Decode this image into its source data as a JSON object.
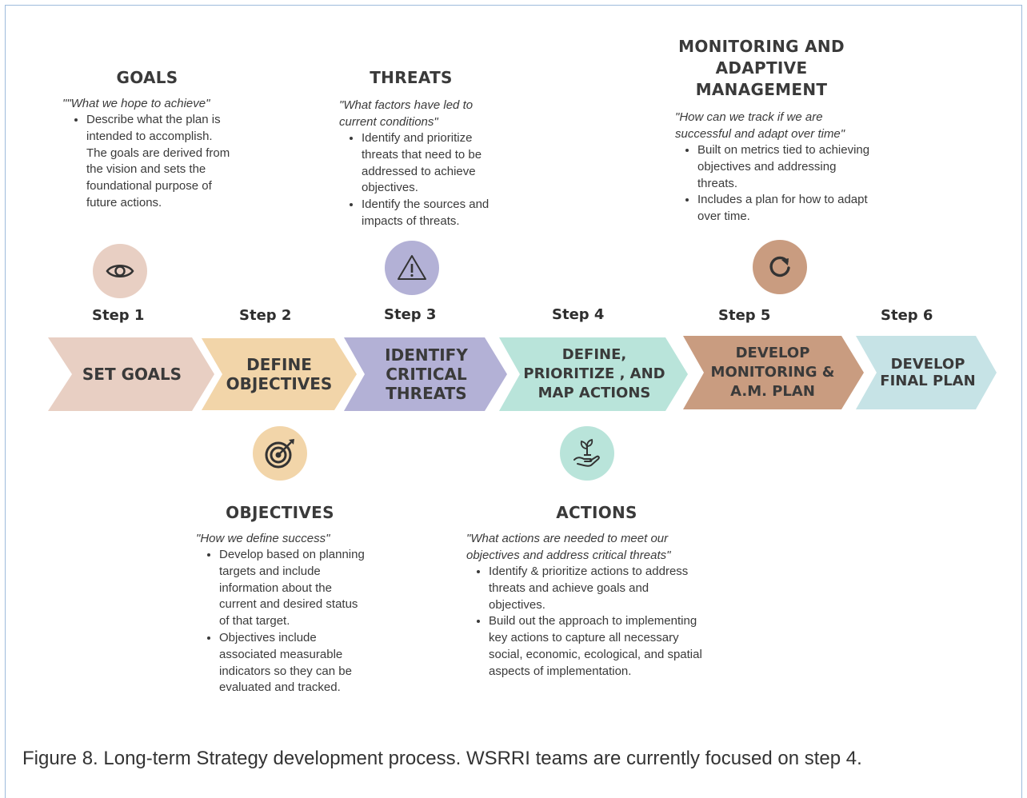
{
  "colors": {
    "step1": "#e8cfc3",
    "step2": "#f2d5a9",
    "step3": "#b3b1d6",
    "step4": "#b9e4da",
    "step5": "#c99c80",
    "step6": "#c6e3e6"
  },
  "goals": {
    "heading": "GOALS",
    "quote": "\"\"What we hope to achieve\"",
    "bullets": [
      "Describe what the plan is intended to accomplish. The goals are derived from the vision and sets the foundational purpose of future actions."
    ]
  },
  "threats": {
    "heading": "THREATS",
    "quote": "\"What factors have led to current conditions\"",
    "bullets": [
      "Identify and prioritize threats that need to be addressed to achieve objectives.",
      "Identify the sources and impacts of threats."
    ]
  },
  "monitoring": {
    "heading": "MONITORING AND ADAPTIVE MANAGEMENT",
    "quote": "\"How can we track if we are successful and adapt over time\"",
    "bullets": [
      "Built on metrics tied to achieving objectives and addressing threats.",
      "Includes a plan for how to adapt over time."
    ]
  },
  "objectives": {
    "heading": "OBJECTIVES",
    "quote": "\"How we define success\"",
    "bullets": [
      "Develop based on planning targets and include information about the current and desired status of that target.",
      "Objectives include associated measurable indicators so they can be evaluated and tracked."
    ]
  },
  "actions": {
    "heading": "ACTIONS",
    "quote": "\"What actions are needed to meet our objectives and address critical threats\"",
    "bullets": [
      "Identify & prioritize actions to address threats and achieve goals and objectives.",
      "Build out the approach to implementing key actions to capture all necessary social, economic, ecological, and spatial aspects of implementation."
    ]
  },
  "steps": [
    {
      "label": "Step 1",
      "text": "SET GOALS",
      "icon": "eye-icon"
    },
    {
      "label": "Step 2",
      "text": "DEFINE OBJECTIVES",
      "icon": "target-icon"
    },
    {
      "label": "Step 3",
      "text": "IDENTIFY CRITICAL THREATS",
      "icon": "warning-icon"
    },
    {
      "label": "Step 4",
      "text": "DEFINE, PRIORITIZE , AND MAP ACTIONS",
      "icon": "hand-plant-icon"
    },
    {
      "label": "Step 5",
      "text": "DEVELOP MONITORING & A.M. PLAN",
      "icon": "refresh-icon"
    },
    {
      "label": "Step 6",
      "text": "DEVELOP FINAL PLAN",
      "icon": ""
    }
  ],
  "caption": "Figure 8. Long-term Strategy development process.  WSRRI teams are currently focused on step 4."
}
